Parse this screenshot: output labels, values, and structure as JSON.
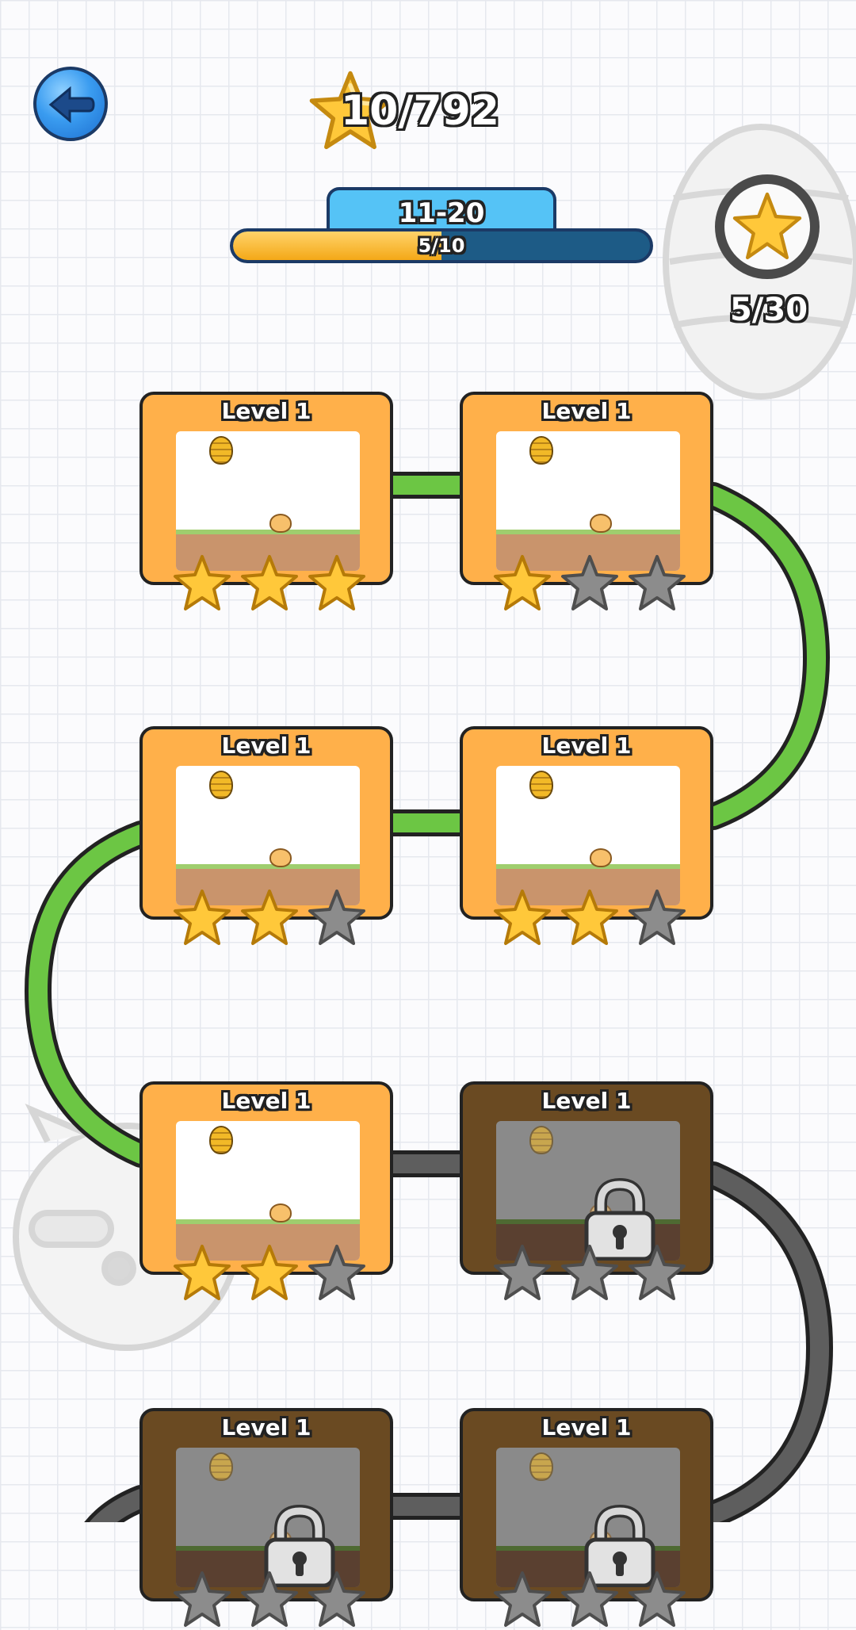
{
  "header": {
    "total_stars": "10/792"
  },
  "page_range": {
    "label": "11-20",
    "progress_text": "5/10",
    "progress_fraction": 0.5
  },
  "chest": {
    "star_count": "5/30"
  },
  "levels": [
    {
      "title": "Level 1",
      "stars": 3,
      "locked": false
    },
    {
      "title": "Level 1",
      "stars": 1,
      "locked": false
    },
    {
      "title": "Level 1",
      "stars": 2,
      "locked": false
    },
    {
      "title": "Level 1",
      "stars": 2,
      "locked": false
    },
    {
      "title": "Level 1",
      "stars": 2,
      "locked": false
    },
    {
      "title": "Level 1",
      "stars": 0,
      "locked": true
    },
    {
      "title": "Level 1",
      "stars": 0,
      "locked": true
    },
    {
      "title": "Level 1",
      "stars": 0,
      "locked": true
    }
  ],
  "colors": {
    "star_gold": "#ffc83a",
    "star_gray": "#8c8c8c",
    "path_open": "#6cc644",
    "path_locked": "#5e5e5e",
    "card_open": "#ffb04a",
    "card_locked": "#6a4a22"
  }
}
